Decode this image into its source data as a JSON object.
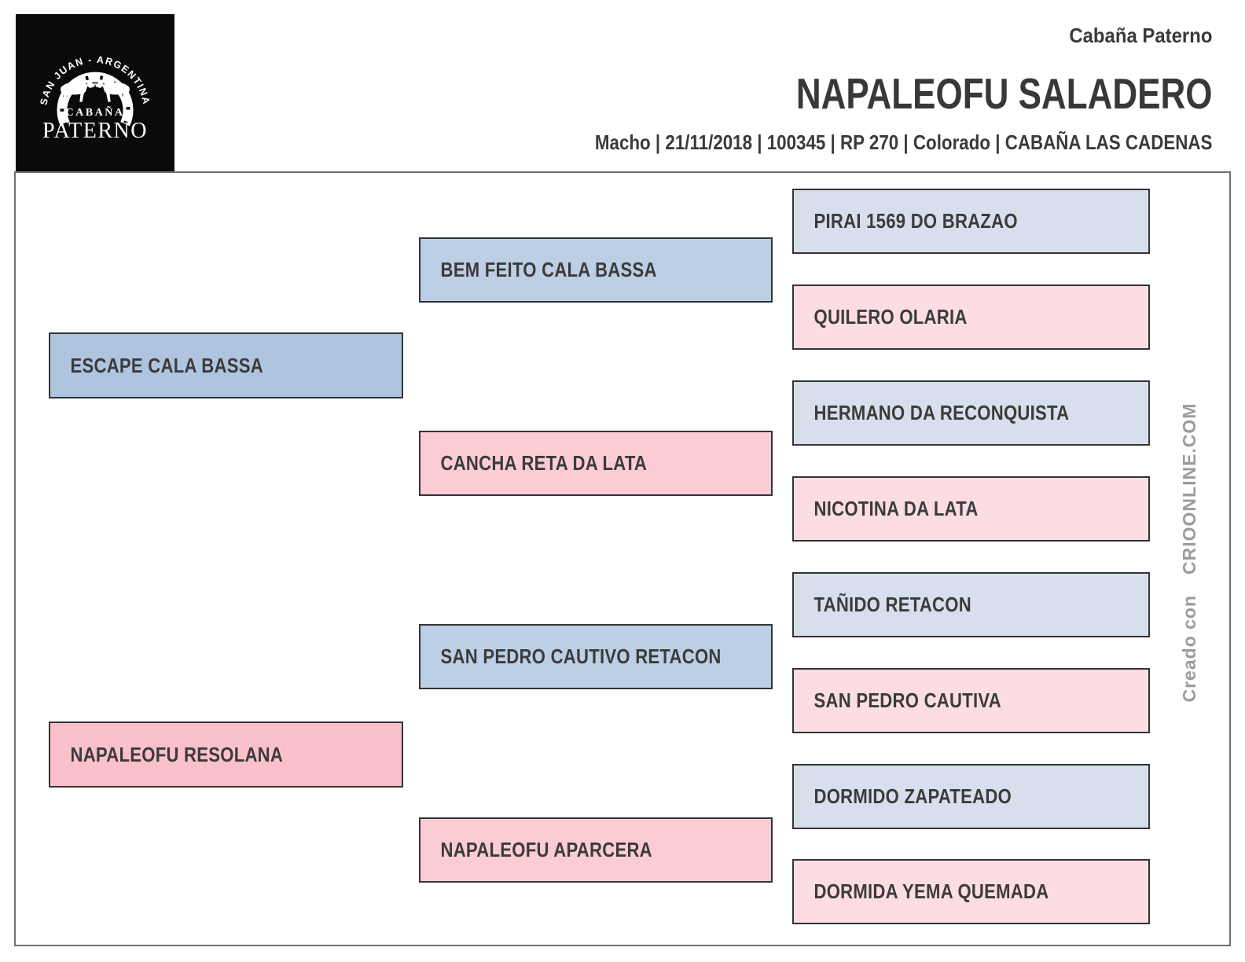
{
  "header": {
    "company": "Cabaña Paterno",
    "horse_name": "NAPALEOFU SALADERO",
    "details": "Macho | 21/11/2018 | 100345 | RP 270 | Colorado | CABAÑA LAS CADENAS"
  },
  "logo": {
    "arc_text": "SAN JUAN - ARGENTINA",
    "name_line1": "CABAÑA",
    "name_line2": "PATERNO"
  },
  "watermark": {
    "prefix": "Creado con",
    "site": "CRIOONLINE.COM"
  },
  "colors": {
    "male_gen1": "#afc4df",
    "male_gen2": "#bdcfe5",
    "male_gen3": "#d8dfec",
    "female_gen1": "#fbc1cb",
    "female_gen2": "#fbccd4",
    "female_gen3": "#fcdde3",
    "box_border": "#333333",
    "box_text": "#3b3b3b",
    "frame_border": "#6f6f6f",
    "watermark_text": "#9b9b9b",
    "logo_background": "#0a0a0a"
  },
  "pedigree": {
    "gen1": [
      {
        "name": "ESCAPE CALA BASSA",
        "sex": "male"
      },
      {
        "name": "NAPALEOFU RESOLANA",
        "sex": "female"
      }
    ],
    "gen2": [
      {
        "name": "BEM FEITO CALA BASSA",
        "sex": "male"
      },
      {
        "name": "CANCHA RETA DA LATA",
        "sex": "female"
      },
      {
        "name": "SAN PEDRO CAUTIVO RETACON",
        "sex": "male"
      },
      {
        "name": "NAPALEOFU APARCERA",
        "sex": "female"
      }
    ],
    "gen3": [
      {
        "name": "PIRAI 1569 DO BRAZAO",
        "sex": "male"
      },
      {
        "name": "QUILERO OLARIA",
        "sex": "female"
      },
      {
        "name": "HERMANO DA RECONQUISTA",
        "sex": "male"
      },
      {
        "name": "NICOTINA DA LATA",
        "sex": "female"
      },
      {
        "name": "TAÑIDO RETACON",
        "sex": "male"
      },
      {
        "name": "SAN PEDRO CAUTIVA",
        "sex": "female"
      },
      {
        "name": "DORMIDO ZAPATEADO",
        "sex": "male"
      },
      {
        "name": "DORMIDA YEMA QUEMADA",
        "sex": "female"
      }
    ]
  }
}
